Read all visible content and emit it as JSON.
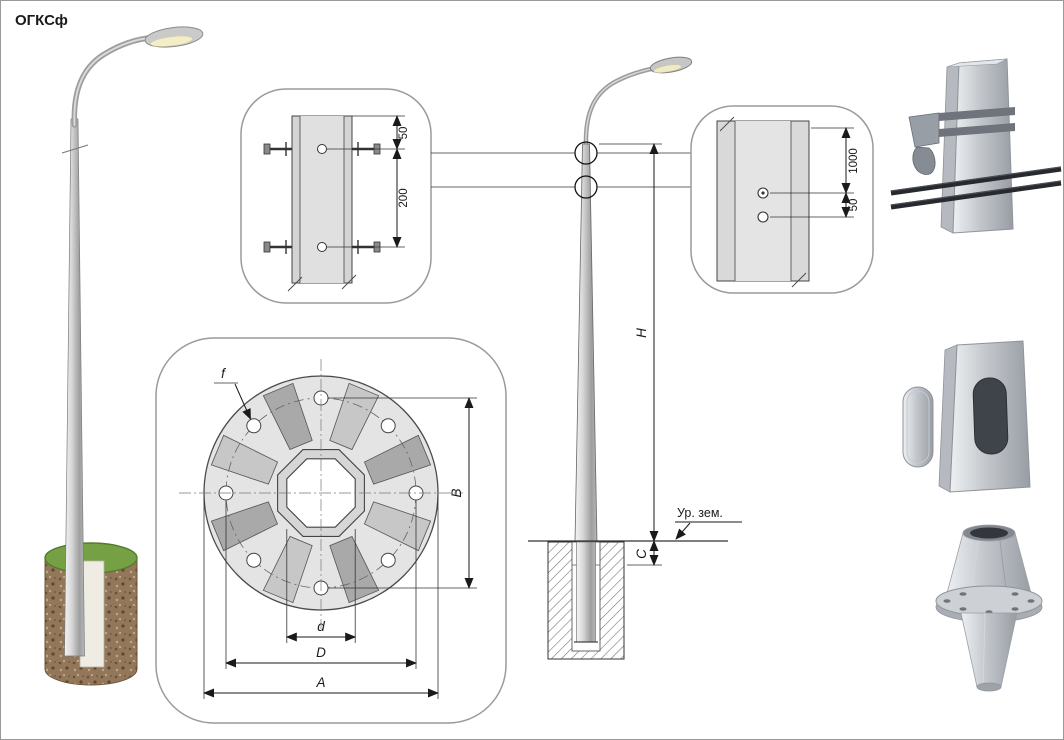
{
  "title": "ОГКСф",
  "colors": {
    "grass": "#75a043",
    "soil": "#93775a",
    "steel_light": "#e8eaed",
    "steel_dark": "#989da4"
  },
  "detail_top": {
    "dim_edge_to_hole": "50",
    "dim_hole_spacing": "200"
  },
  "flange_view": {
    "dim_hole": "f",
    "dim_bolt_span_vertical": "B",
    "dim_inner": "d",
    "dim_bolt_circle": "D",
    "dim_outer": "A"
  },
  "elevation": {
    "dim_height": "H",
    "dim_embed": "C",
    "ground_label": "Ур. зем."
  },
  "detail_right": {
    "dim_length": "1000",
    "dim_offset": "50"
  }
}
